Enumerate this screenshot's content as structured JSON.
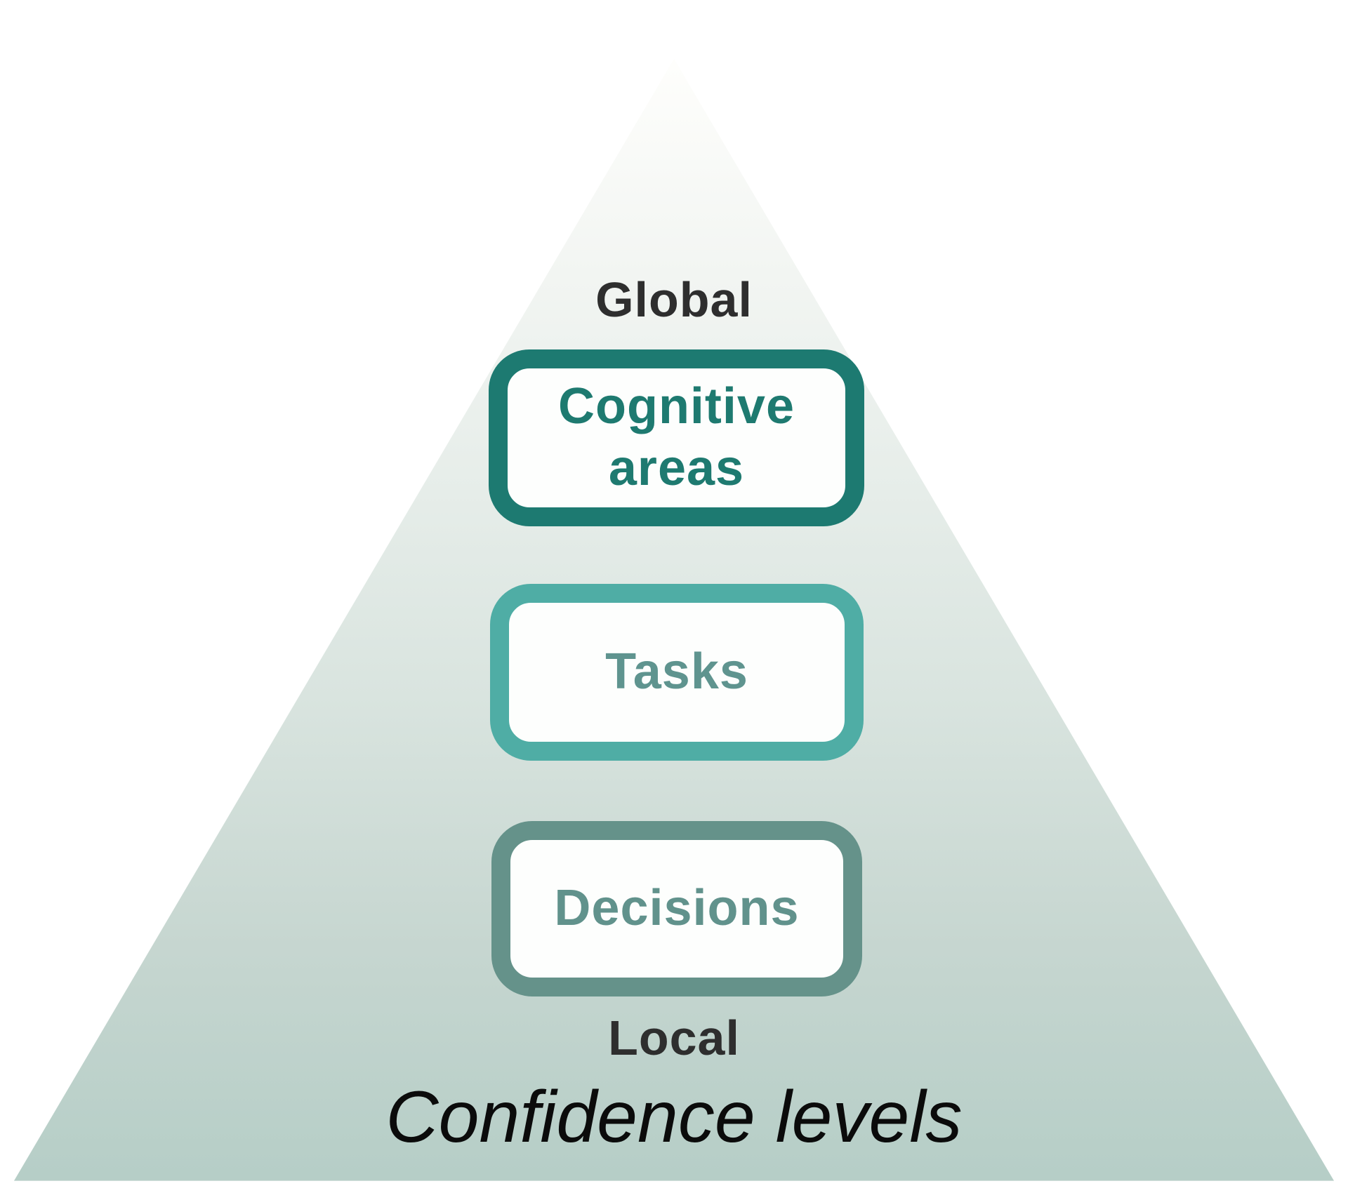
{
  "pyramid": {
    "top_label": "Global",
    "bottom_label": "Local",
    "caption": "Confidence levels",
    "levels": [
      {
        "label": "Cognitive areas",
        "border_color": "#1d7a71",
        "text_color": "#1e7a70"
      },
      {
        "label": "Tasks",
        "border_color": "#4fada5",
        "text_color": "#5f948f"
      },
      {
        "label": "Decisions",
        "border_color": "#65928a",
        "text_color": "#61928c"
      }
    ],
    "colors": {
      "background": "#ffffff",
      "box_fill": "#fdfefd",
      "tier_label_color": "#2e2e2e",
      "caption_color": "#0b0b0b",
      "gradient_stops": [
        {
          "color": "#fefefc",
          "at": "5%"
        },
        {
          "color": "#f2f5f2",
          "at": "23%"
        },
        {
          "color": "#e6ede9",
          "at": "41%"
        },
        {
          "color": "#d9e4df",
          "at": "58%"
        },
        {
          "color": "#c6d6d0",
          "at": "79%"
        },
        {
          "color": "#b6cec7",
          "at": "98%"
        }
      ]
    }
  }
}
